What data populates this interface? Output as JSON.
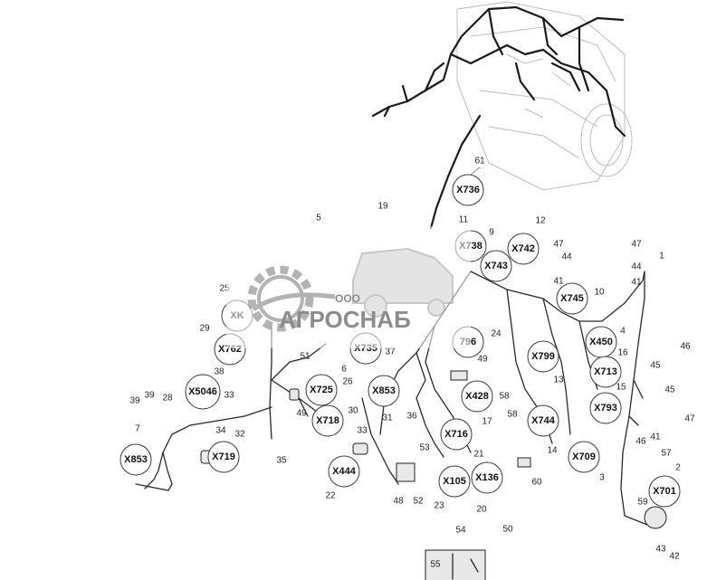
{
  "labels": {
    "X736": "X736",
    "X738": "X738",
    "X742": "X742",
    "X743": "X743",
    "X745": "X745",
    "X450": "X450",
    "X713": "X713",
    "X799": "X799",
    "X793": "X793",
    "X428": "X428",
    "X744": "X744",
    "X709": "X709",
    "X701": "X701",
    "X716": "X716",
    "X105": "X105",
    "X136": "X136",
    "X853a": "X853",
    "X853b": "X853",
    "X444": "X444",
    "X725": "X725",
    "X718": "X718",
    "X719": "X719",
    "X5046": "X5046",
    "X762": "X762",
    "X735": "X735",
    "XK": "XK",
    "L796": "796"
  },
  "numbers": {
    "n1": "1",
    "n2": "2",
    "n3": "3",
    "n4": "4",
    "n5": "5",
    "n6": "6",
    "n7": "7",
    "n9": "9",
    "n10": "10",
    "n11": "11",
    "n12": "12",
    "n13": "13",
    "n14": "14",
    "n15": "15",
    "n16": "16",
    "n17": "17",
    "n19": "19",
    "n20": "20",
    "n21": "21",
    "n22": "22",
    "n23": "23",
    "n24": "24",
    "n25": "25",
    "n26": "26",
    "n28": "28",
    "n29": "29",
    "n30": "30",
    "n31": "31",
    "n32": "32",
    "n33a": "33",
    "n33b": "33",
    "n34": "34",
    "n35": "35",
    "n36": "36",
    "n37": "37",
    "n38": "38",
    "n39a": "39",
    "n39b": "39",
    "n41a": "41",
    "n41b": "41",
    "n41c": "41",
    "n42": "42",
    "n43": "43",
    "n44a": "44",
    "n44b": "44",
    "n45a": "45",
    "n45b": "45",
    "n46a": "46",
    "n46b": "46",
    "n47a": "47",
    "n47b": "47",
    "n47c": "47",
    "n48": "48",
    "n49a": "49",
    "n49b": "49",
    "n50": "50",
    "n51": "51",
    "n52": "52",
    "n53": "53",
    "n54": "54",
    "n55": "55",
    "n57": "57",
    "n58a": "58",
    "n58b": "58",
    "n59": "59",
    "n60": "60",
    "n61": "61"
  },
  "watermark": {
    "brand": "АГРОСНАБ",
    "prefix": "ООО"
  },
  "colors": {
    "line": "#1a1a1a",
    "engine": "#bdbdbd",
    "watermark_gear": "#9a9a9a",
    "watermark_text": "#8c8c8c"
  }
}
